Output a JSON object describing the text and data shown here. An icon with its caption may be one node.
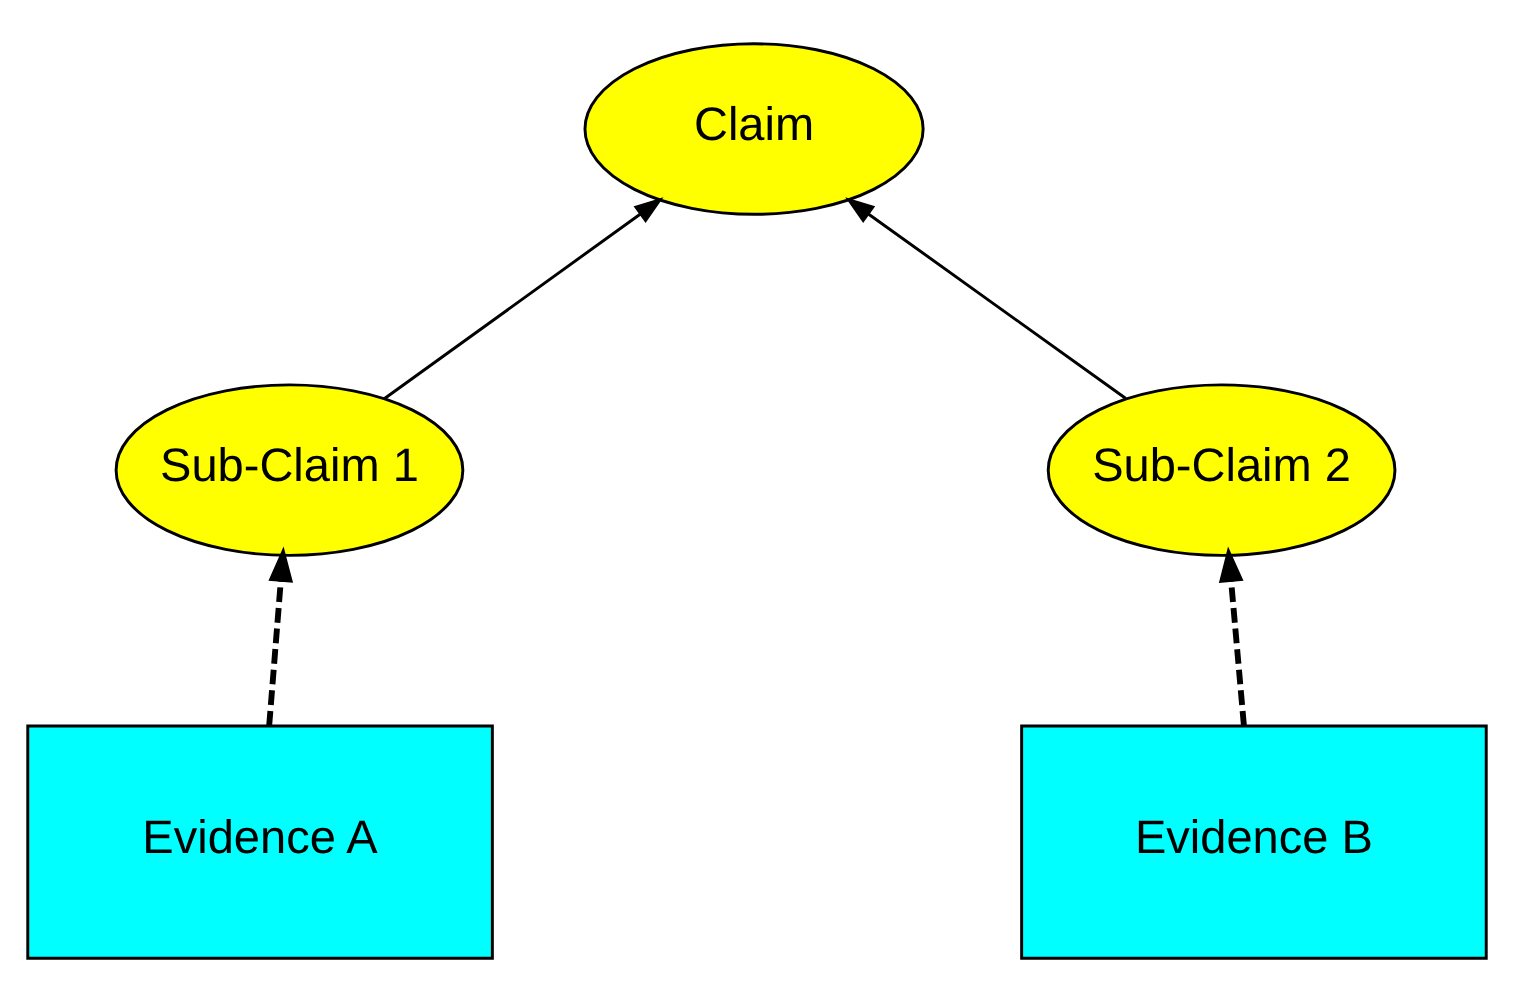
{
  "diagram": {
    "nodes": [
      {
        "text": [
          "Claim"
        ]
      },
      {
        "text": [
          "Sub-Claim 1"
        ]
      },
      {
        "text": [
          "Sub-Claim 2"
        ]
      },
      {
        "text": [
          "Evidence A"
        ]
      },
      {
        "text": [
          "Evidence B"
        ]
      }
    ],
    "edges": [
      {
        "from": 1,
        "to": 0,
        "arrow": "to"
      },
      {
        "from": 2,
        "to": 0,
        "arrow": "to"
      },
      {
        "from": 3,
        "to": 1,
        "arrow": "to",
        "style": "dashed"
      },
      {
        "from": 4,
        "to": 2,
        "arrow": "to",
        "style": "dashed"
      }
    ]
  }
}
